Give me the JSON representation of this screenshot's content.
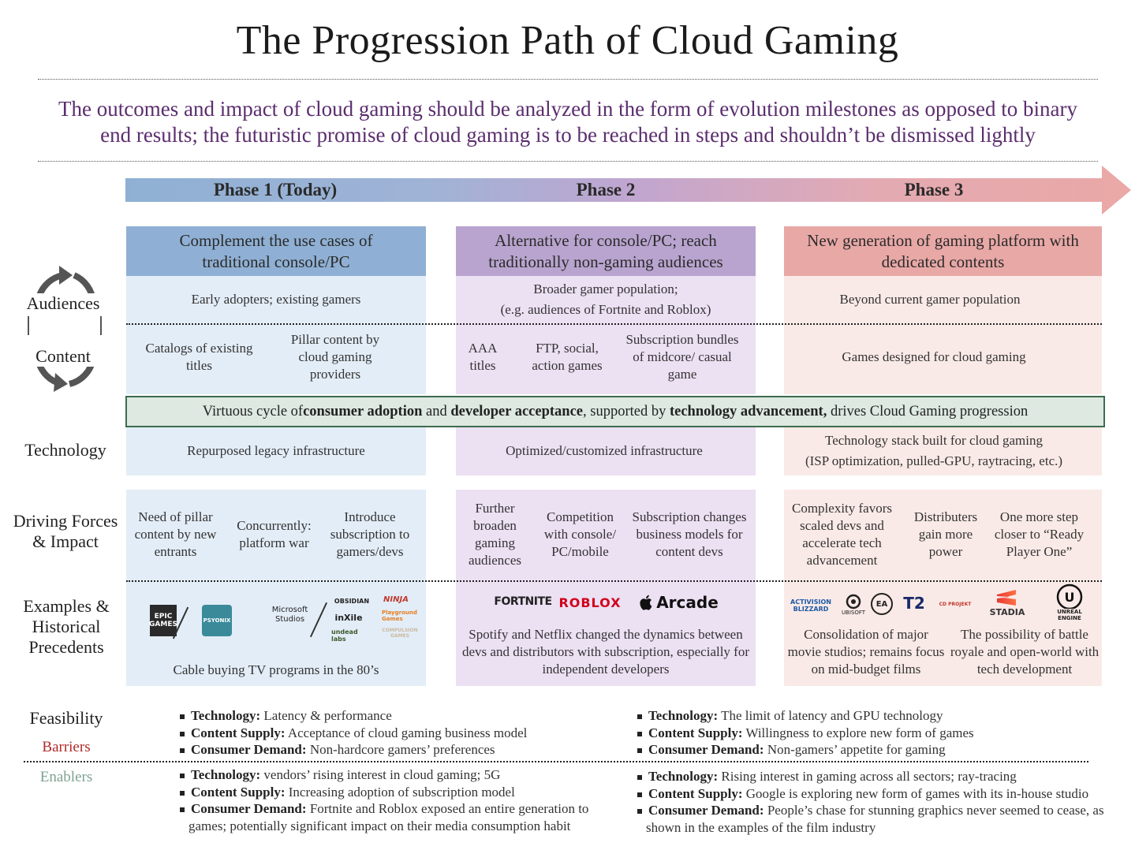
{
  "title": "The Progression Path of Cloud Gaming",
  "subtitle_line1": "The outcomes and impact of cloud gaming should be analyzed in the form of evolution milestones as opposed to binary",
  "subtitle_line2": "end results; the futuristic promise of cloud gaming is to be reached in steps and shouldn’t be dismissed lightly",
  "phases": [
    "Phase 1 (Today)",
    "Phase 2",
    "Phase 3"
  ],
  "headers": [
    [
      "Complement the use cases of",
      "traditional console/PC"
    ],
    [
      "Alternative for console/PC; reach",
      "traditionally non-gaming audiences"
    ],
    [
      "New generation of gaming platform with",
      "dedicated contents"
    ]
  ],
  "row_labels": {
    "audiences": "Audiences",
    "content": "Content",
    "technology": "Technology",
    "driving1": "Driving Forces",
    "driving2": "& Impact",
    "examples1": "Examples &",
    "examples2": "Historical",
    "examples3": "Precedents",
    "feasibility": "Feasibility",
    "barriers": "Barriers",
    "enablers": "Enablers"
  },
  "audiences": {
    "p1": "Early adopters; existing gamers",
    "p2_l1": "Broader gamer population;",
    "p2_l2": "(e.g. audiences of Fortnite and Roblox)",
    "p3": "Beyond current gamer population"
  },
  "content": {
    "p1a": "Catalogs of existing titles",
    "p1b": "Pillar content by cloud gaming providers",
    "p2a": "AAA titles",
    "p2b": "FTP, social, action games",
    "p2c": "Subscription bundles of midcore/ casual game",
    "p3": "Games designed for cloud gaming"
  },
  "virtuous": {
    "t1": "Virtuous cycle of ",
    "b1": "consumer adoption",
    "t2": " and ",
    "b2": "developer acceptance",
    "t3": ", supported by ",
    "b3": "technology advancement,",
    "t4": " drives Cloud Gaming progression"
  },
  "technology": {
    "p1": "Repurposed legacy infrastructure",
    "p2": "Optimized/customized infrastructure",
    "p3_l1": "Technology stack built for cloud gaming",
    "p3_l2": "(ISP optimization, pulled-GPU, raytracing, etc.)"
  },
  "driving": {
    "p1a": "Need of pillar content by new entrants",
    "p1b": "Concurrently: platform war",
    "p1c": "Introduce subscription to gamers/devs",
    "p2a": "Further broaden gaming audiences",
    "p2b": "Competition with console/ PC/mobile",
    "p2c": "Subscription changes business models for content devs",
    "p3a": "Complexity favors scaled devs and accelerate tech advancement",
    "p3b": "Distributers gain more power",
    "p3c": "One  more step closer to “Ready Player One”"
  },
  "examples": {
    "p1_text": "Cable buying TV programs in the 80’s",
    "p2_text": "Spotify and Netflix changed the dynamics between devs and distributors with subscription, especially for independent developers",
    "p3a_text": "Consolidation of major movie studios; remains focus on mid-budget films",
    "p3b_text": "The possibility of battle royale and open-world with tech development",
    "logos_p1": [
      "EPIC GAMES",
      "PSYONIX",
      "Microsoft Studios",
      "inXile",
      "OBSIDIAN",
      "undead labs",
      "NINJA",
      "Playground Games",
      "COMPULSION GAMES"
    ],
    "logos_p2": [
      "FORTNITE",
      "ROBLOX",
      "Arcade"
    ],
    "logos_p3": [
      "ACTIVISION BLIZZARD",
      "UBISOFT",
      "EA",
      "T2",
      "CD PROJEKT",
      "STADIA",
      "UNREAL ENGINE"
    ]
  },
  "barriers_left": [
    {
      "k": "Technology:",
      "v": " Latency & performance"
    },
    {
      "k": "Content Supply:",
      "v": " Acceptance of cloud gaming business model"
    },
    {
      "k": "Consumer Demand:",
      "v": " Non-hardcore gamers’ preferences"
    }
  ],
  "barriers_right": [
    {
      "k": "Technology:",
      "v": " The limit of latency and GPU technology"
    },
    {
      "k": "Content Supply:",
      "v": " Willingness to explore new form of games"
    },
    {
      "k": "Consumer Demand:",
      "v": " Non-gamers’ appetite for gaming"
    }
  ],
  "enablers_left": [
    {
      "k": "Technology:",
      "v": " vendors’ rising interest in cloud gaming; 5G"
    },
    {
      "k": "Content Supply:",
      "v": " Increasing adoption of subscription model"
    },
    {
      "k": "Consumer Demand:",
      "v": " Fortnite and Roblox exposed an entire generation to games; potentially significant impact on their media consumption habit"
    }
  ],
  "enablers_right": [
    {
      "k": "Technology:",
      "v": " Rising interest in gaming across all sectors; ray-tracing"
    },
    {
      "k": "Content Supply:",
      "v": " Google is exploring new form of games with its in-house studio"
    },
    {
      "k": "Consumer Demand:",
      "v": " People’s chase for stunning graphics never seemed to cease, as shown in the examples of the film industry"
    }
  ],
  "colors": {
    "phase1": "#8fb0d4",
    "phase2": "#b9a4cf",
    "phase3": "#e8a8a6",
    "subtitle": "#5b2d6e",
    "barriers": "#b22a2a",
    "enablers": "#7fa191",
    "virtuous_border": "#3d6b4f"
  }
}
